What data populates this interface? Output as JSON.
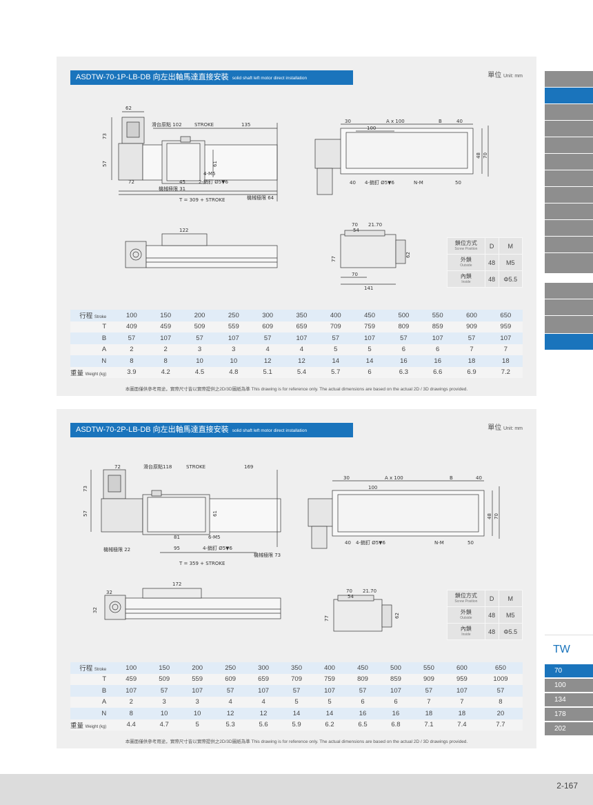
{
  "unit_label": "單位",
  "unit_sub": "Unit: mm",
  "section1": {
    "title": "ASDTW-70-1P-LB-DB 向左出軸馬達直接安裝",
    "title_sub": "solid shaft left motor direct installation",
    "dims": {
      "d62": "62",
      "d73": "73",
      "d57": "57",
      "slide_origin": "滑台原點 102",
      "stroke": "STROKE",
      "d135": "135",
      "d61": "61",
      "m5": "4-M5",
      "d45": "45",
      "pin": "2-銷釘 Ø5▼6",
      "d72": "72",
      "mech_limit_l": "機械極限 31",
      "t_formula": "T = 309 + STROKE",
      "mech_limit_r": "機械極限 64",
      "d122": "122",
      "r30": "30",
      "rAx": "A x 100",
      "rB": "B",
      "r40": "40",
      "r100": "100",
      "r48": "48",
      "r70": "70",
      "r40b": "40",
      "rpin": "4-銷釘 Ø5▼6",
      "rNM": "N-M",
      "r50": "50",
      "e70": "70",
      "e2170": "21.70",
      "e54": "54",
      "e77": "77",
      "e62": "62",
      "e70b": "70",
      "e141": "141"
    },
    "screw": {
      "h_label": "鎖位方式",
      "h_sub": "Screw Position",
      "h_d": "D",
      "h_m": "M",
      "r1_label": "外鎖",
      "r1_sub": "Outside",
      "r1_d": "48",
      "r1_m": "M5",
      "r2_label": "內鎖",
      "r2_sub": "Inside",
      "r2_d": "48",
      "r2_m": "Φ5.5"
    },
    "table": [
      {
        "label": "行程",
        "sub": "Stroke",
        "values": [
          "100",
          "150",
          "200",
          "250",
          "300",
          "350",
          "400",
          "450",
          "500",
          "550",
          "600",
          "650"
        ]
      },
      {
        "label": "T",
        "sub": "",
        "values": [
          "409",
          "459",
          "509",
          "559",
          "609",
          "659",
          "709",
          "759",
          "809",
          "859",
          "909",
          "959"
        ]
      },
      {
        "label": "B",
        "sub": "",
        "values": [
          "57",
          "107",
          "57",
          "107",
          "57",
          "107",
          "57",
          "107",
          "57",
          "107",
          "57",
          "107"
        ]
      },
      {
        "label": "A",
        "sub": "",
        "values": [
          "2",
          "2",
          "3",
          "3",
          "4",
          "4",
          "5",
          "5",
          "6",
          "6",
          "7",
          "7"
        ]
      },
      {
        "label": "N",
        "sub": "",
        "values": [
          "8",
          "8",
          "10",
          "10",
          "12",
          "12",
          "14",
          "14",
          "16",
          "16",
          "18",
          "18"
        ]
      },
      {
        "label": "重量",
        "sub": "Weight (kg)",
        "values": [
          "3.9",
          "4.2",
          "4.5",
          "4.8",
          "5.1",
          "5.4",
          "5.7",
          "6",
          "6.3",
          "6.6",
          "6.9",
          "7.2"
        ]
      }
    ],
    "note": "本圖面僅供參考用途，實際尺寸皆以實際提供之2D/3D圖紙為準 This drawing is for reference only. The actual dimensions are based on the actual 2D / 3D drawings provided."
  },
  "section2": {
    "title": "ASDTW-70-2P-LB-DB 向左出軸馬達直接安裝",
    "title_sub": "solid shaft left motor direct installation",
    "dims": {
      "d72": "72",
      "slide_origin": "滑台原點118",
      "stroke": "STROKE",
      "d169": "169",
      "d73": "73",
      "d57": "57",
      "d61": "61",
      "d81": "81",
      "m5": "6-M5",
      "d95": "95",
      "pin": "4-銷釘 Ø5▼6",
      "mech_limit_l": "機械極限 22",
      "mech_limit_r": "機械極限 73",
      "t_formula": "T = 359 + STROKE",
      "d32a": "32",
      "d32b": "32",
      "d172": "172",
      "r30": "30",
      "rAx": "A x 100",
      "rB": "B",
      "r40": "40",
      "r100": "100",
      "r48": "48",
      "r70": "70",
      "r40b": "40",
      "rpin": "4-銷釘 Ø5▼6",
      "rNM": "N-M",
      "r50": "50",
      "e70": "70",
      "e2170": "21.70",
      "e54": "54",
      "e77": "77",
      "e62": "62"
    },
    "screw": {
      "h_label": "鎖位方式",
      "h_sub": "Screw Position",
      "h_d": "D",
      "h_m": "M",
      "r1_label": "外鎖",
      "r1_sub": "Outside",
      "r1_d": "48",
      "r1_m": "M5",
      "r2_label": "內鎖",
      "r2_sub": "Inside",
      "r2_d": "48",
      "r2_m": "Φ5.5"
    },
    "table": [
      {
        "label": "行程",
        "sub": "Stroke",
        "values": [
          "100",
          "150",
          "200",
          "250",
          "300",
          "350",
          "400",
          "450",
          "500",
          "550",
          "600",
          "650"
        ]
      },
      {
        "label": "T",
        "sub": "",
        "values": [
          "459",
          "509",
          "559",
          "609",
          "659",
          "709",
          "759",
          "809",
          "859",
          "909",
          "959",
          "1009"
        ]
      },
      {
        "label": "B",
        "sub": "",
        "values": [
          "107",
          "57",
          "107",
          "57",
          "107",
          "57",
          "107",
          "57",
          "107",
          "57",
          "107",
          "57"
        ]
      },
      {
        "label": "A",
        "sub": "",
        "values": [
          "2",
          "3",
          "3",
          "4",
          "4",
          "5",
          "5",
          "6",
          "6",
          "7",
          "7",
          "8"
        ]
      },
      {
        "label": "N",
        "sub": "",
        "values": [
          "8",
          "10",
          "10",
          "12",
          "12",
          "14",
          "14",
          "16",
          "16",
          "18",
          "18",
          "20"
        ]
      },
      {
        "label": "重量",
        "sub": "Weight (kg)",
        "values": [
          "4.4",
          "4.7",
          "5",
          "5.3",
          "5.6",
          "5.9",
          "6.2",
          "6.5",
          "6.8",
          "7.1",
          "7.4",
          "7.7"
        ]
      }
    ],
    "note": "本圖面僅供參考用途，實際尺寸皆以實際提供之2D/3D圖紙為準 This drawing is for reference only. The actual dimensions are based on the actual 2D / 3D drawings provided."
  },
  "side_nav": {
    "series_label": "TW",
    "items": [
      {
        "label": "70",
        "active": true
      },
      {
        "label": "100",
        "active": false
      },
      {
        "label": "134",
        "active": false
      },
      {
        "label": "178",
        "active": false
      },
      {
        "label": "202",
        "active": false
      }
    ]
  },
  "colors": {
    "accent": "#1a74bc",
    "tab_gray": "#8e8e8e"
  },
  "page_number": "2-167"
}
